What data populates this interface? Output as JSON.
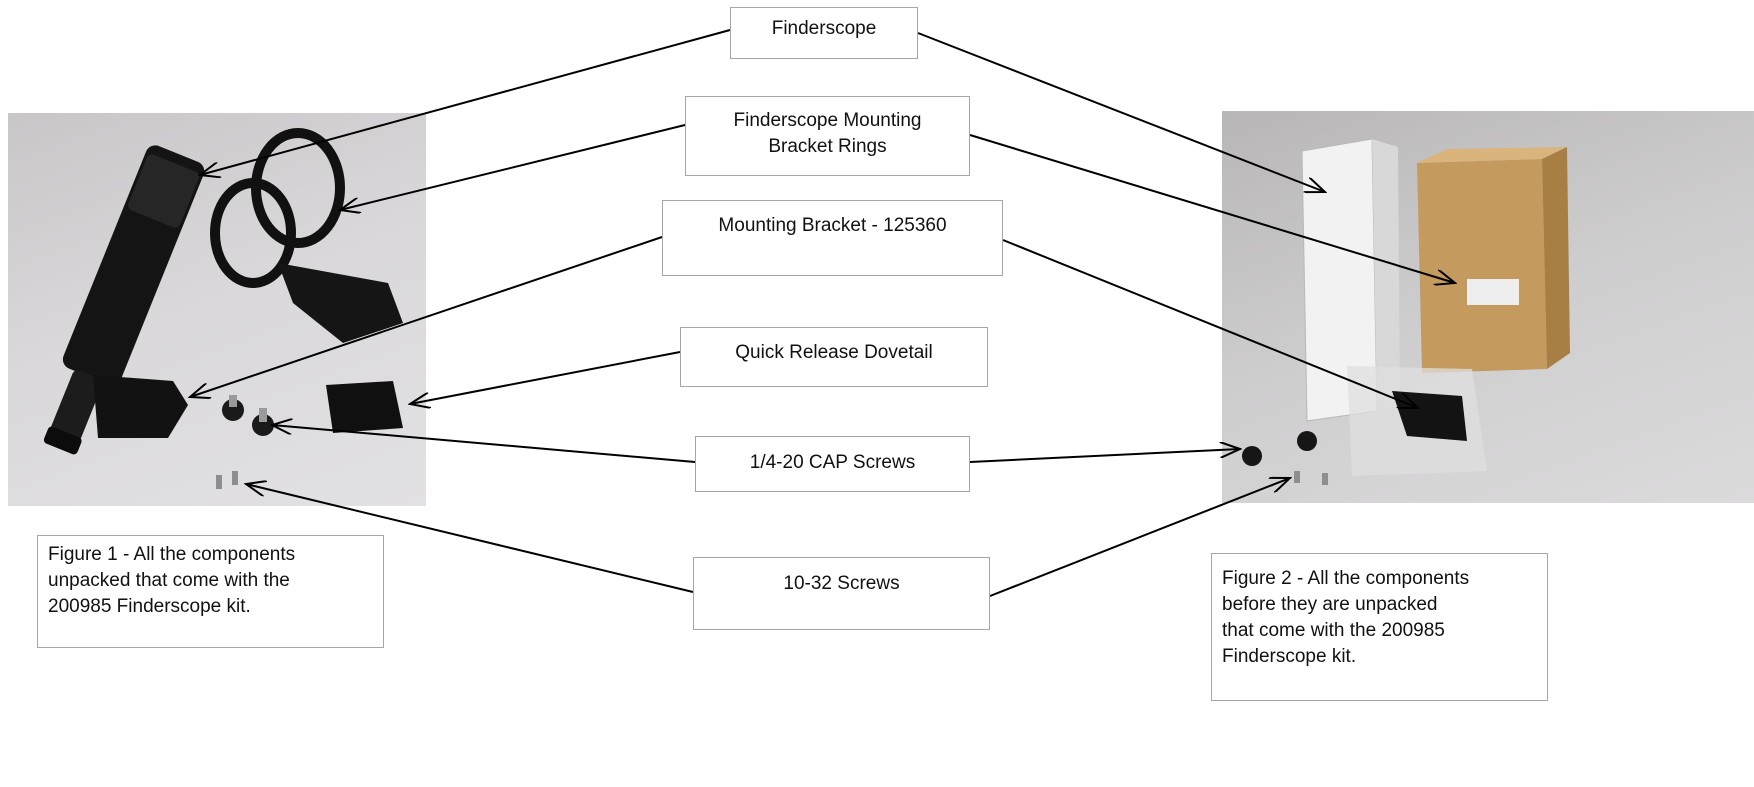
{
  "labels": {
    "finderscope": "Finderscope",
    "bracket_rings_line1": "Finderscope Mounting",
    "bracket_rings_line2": "Bracket Rings",
    "mounting_bracket": "Mounting Bracket - 125360",
    "dovetail": "Quick Release Dovetail",
    "cap_screws": "1/4-20 CAP Screws",
    "screws_10_32": "10-32 Screws"
  },
  "captions": {
    "figure1_line1": "Figure 1 - All the components",
    "figure1_line2": "unpacked that come with the",
    "figure1_line3": "200985 Finderscope kit.",
    "figure2_line1": "Figure 2 - All the components",
    "figure2_line2": "before they are unpacked",
    "figure2_line3": "that come with the 200985",
    "figure2_line4": "Finderscope kit."
  },
  "colors": {
    "box_border": "#a6a6a6",
    "arrow": "#000000",
    "photo_left_bg": "#d4d2d4",
    "photo_right_bg": "#cbcacb"
  }
}
